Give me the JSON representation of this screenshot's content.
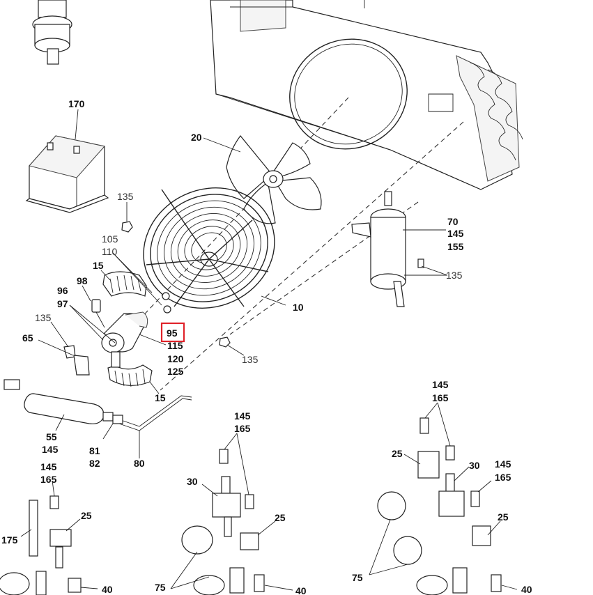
{
  "callouts": {
    "c170": "170",
    "c20": "20",
    "c135a": "135",
    "c105": "105",
    "c110": "110",
    "c15a": "15",
    "c98": "98",
    "c96": "96",
    "c97": "97",
    "c135b": "135",
    "c65": "65",
    "c95": "95",
    "c115": "115",
    "c120": "120",
    "c125": "125",
    "c15b": "15",
    "c10": "10",
    "c135c": "135",
    "c70": "70",
    "c145a": "145",
    "c155": "155",
    "c135d": "135",
    "c55": "55",
    "c145b": "145",
    "c81": "81",
    "c82": "82",
    "c80": "80",
    "c145c": "145",
    "c165a": "165",
    "c175": "175",
    "c25a": "25",
    "c40a": "40",
    "c145d": "145",
    "c165b": "165",
    "c30a": "30",
    "c25b": "25",
    "c75a": "75",
    "c40b": "40",
    "c145e": "145",
    "c165c": "165",
    "c25c": "25",
    "c30b": "30",
    "c145f": "145",
    "c165d": "165",
    "c25d": "25",
    "c75b": "75",
    "c40c": "40"
  },
  "highlight_color": "#e0232a",
  "highlighted_part": "95"
}
